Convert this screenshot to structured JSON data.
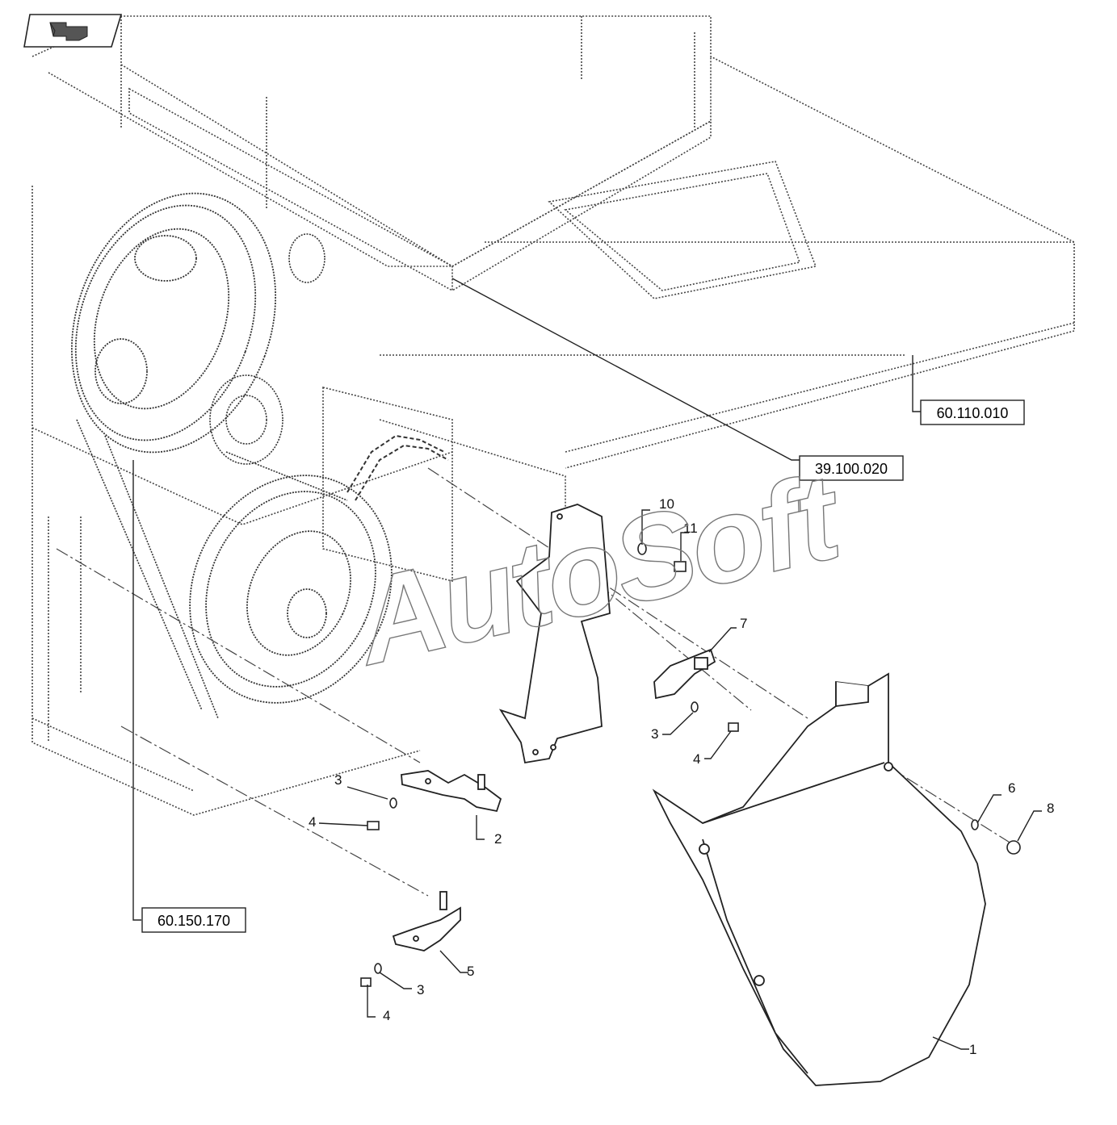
{
  "toolbar": {
    "back_button_icon": "return-arrow-icon"
  },
  "reference_boxes": [
    {
      "label": "60.110.010"
    },
    {
      "label": "39.100.020"
    },
    {
      "label": "60.150.170"
    }
  ],
  "callouts": [
    {
      "label": "1"
    },
    {
      "label": "2"
    },
    {
      "label": "3"
    },
    {
      "label": "3"
    },
    {
      "label": "3"
    },
    {
      "label": "4"
    },
    {
      "label": "4"
    },
    {
      "label": "4"
    },
    {
      "label": "5"
    },
    {
      "label": "6"
    },
    {
      "label": "7"
    },
    {
      "label": "8"
    },
    {
      "label": "10"
    },
    {
      "label": "11"
    }
  ],
  "watermark": {
    "text": "AutoSoft"
  },
  "colors": {
    "line": "#333333",
    "background": "#ffffff",
    "watermark": "#777777"
  }
}
